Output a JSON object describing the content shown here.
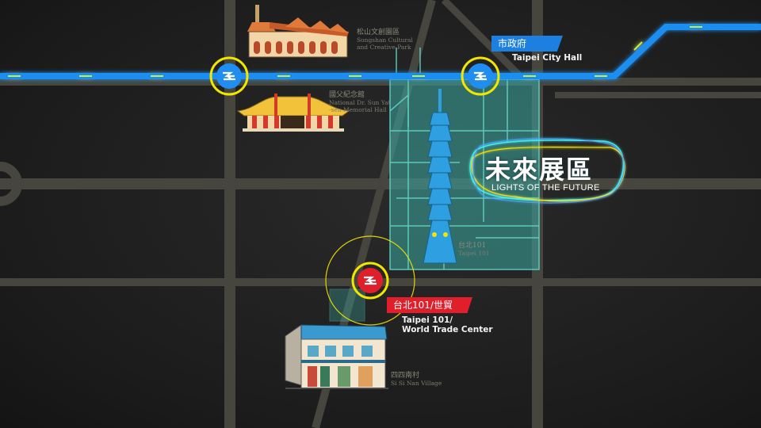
{
  "landmarks": {
    "songshan": {
      "zh": "松山文創園區",
      "en_line1": "Songshan Cultural",
      "en_line2": "and Creative Park"
    },
    "sun_yat_sen": {
      "zh": "國父紀念館",
      "en_line1": "National Dr. Sun Yat",
      "en_line2": "-sen Memorial Hall"
    },
    "taipei101": {
      "zh": "台北101",
      "en": "Taipei 101"
    },
    "sisinan": {
      "zh": "四四南村",
      "en": "Si Si Nan Village"
    }
  },
  "stations": {
    "city_hall": {
      "zh": "市政府",
      "en": "Taipei City Hall"
    },
    "trade_center": {
      "zh": "台北101/世貿",
      "en_line1": "Taipei 101/",
      "en_line2": "World Trade Center"
    }
  },
  "zone": {
    "zh": "未來展區",
    "en": "LIGHTS OF THE FUTURE"
  },
  "colors": {
    "blue_line": "#1f8ef0",
    "red_line": "#f22a2a",
    "zone_fill": "#3aa7a0",
    "station_ring": "#f2e600",
    "blue_tag": "#1d7fe0",
    "red_tag": "#e01f2a"
  }
}
